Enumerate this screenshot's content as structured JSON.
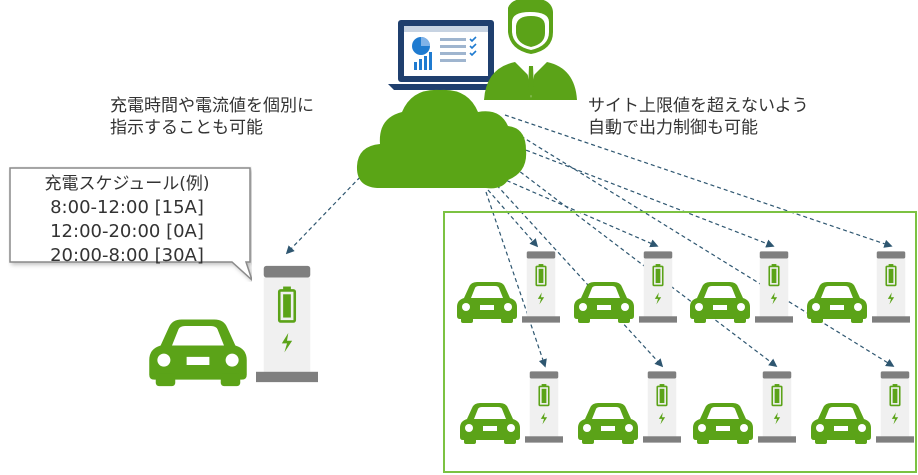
{
  "notes": {
    "left_lines": [
      "充電時間や電流値を個別に",
      "指示することも可能"
    ],
    "right_lines": [
      "サイト上限値を超えないよう",
      "自動で出力制御も可能"
    ]
  },
  "schedule": {
    "title": "充電スケジュール(例)",
    "rows": [
      "8:00-12:00 [15A]",
      "12:00-20:00 [0A]",
      "20:00-8:00 [30A]"
    ]
  },
  "colors": {
    "green": "#5ba318",
    "cloud": "#5aa516",
    "navy": "#1f3f6e",
    "station_top": "#7f7f7f",
    "station_body": "#f0f0f0",
    "arrow": "#2e5670",
    "site_border": "#7cc242"
  },
  "icons": {
    "operator": "user-icon",
    "laptop": "laptop-dashboard-icon",
    "cloud": "cloud-icon",
    "car": "car-icon",
    "charger": "charging-station-icon"
  }
}
